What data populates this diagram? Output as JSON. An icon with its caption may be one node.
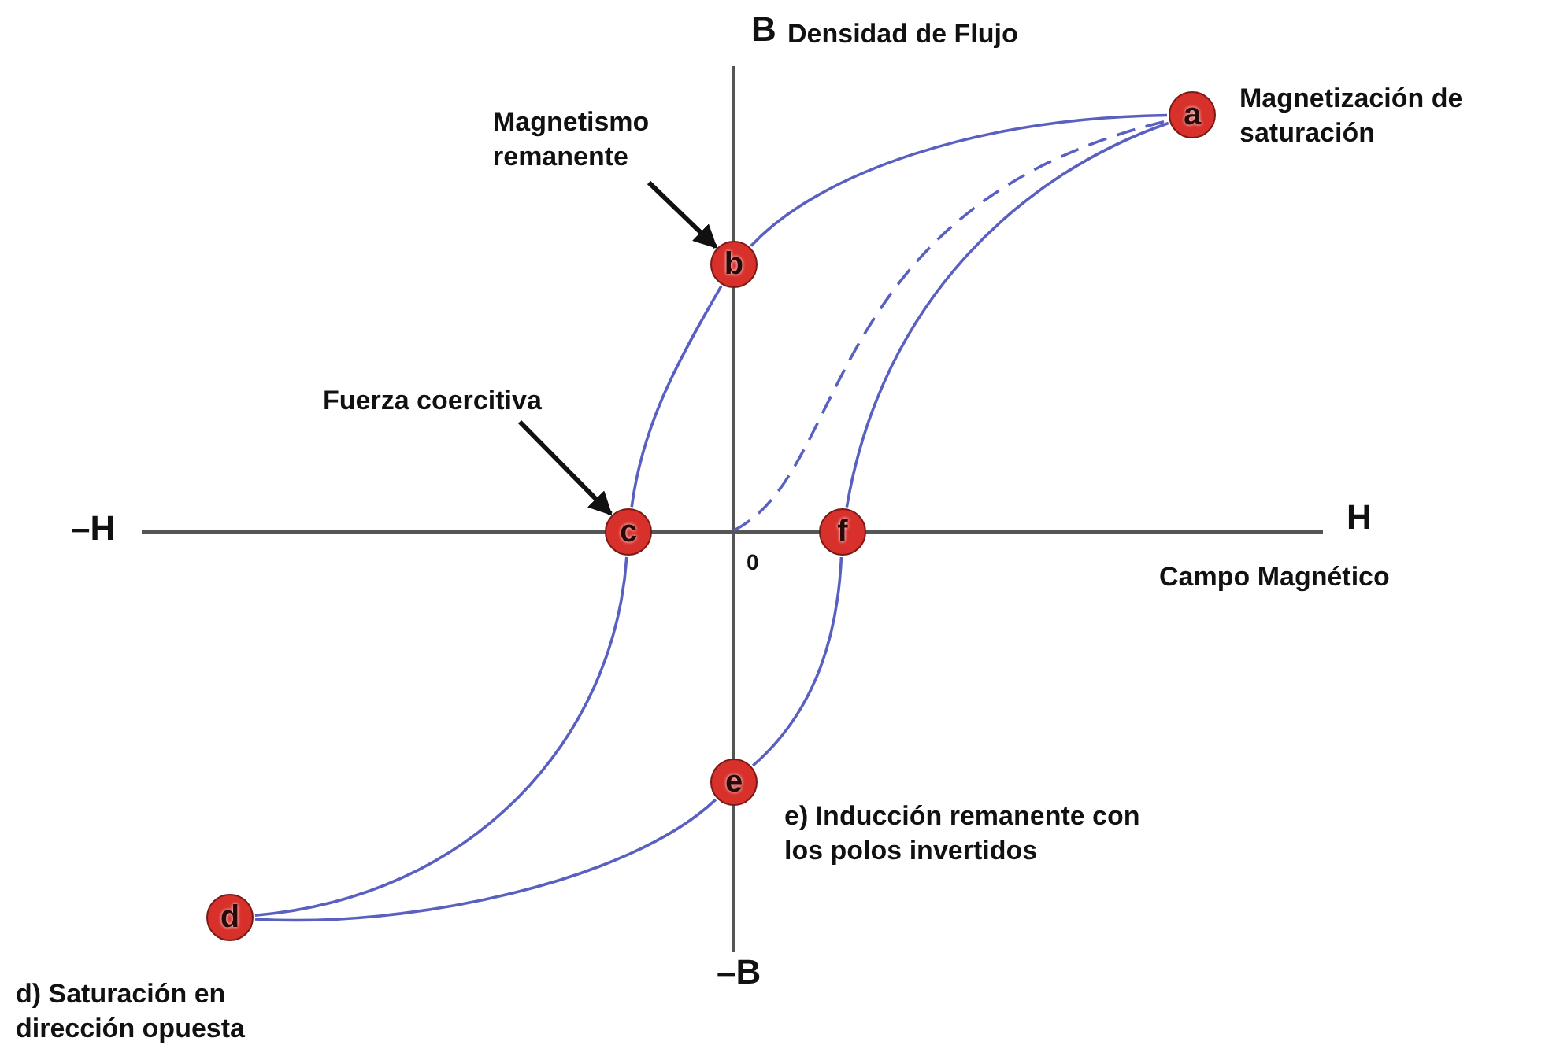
{
  "diagram": {
    "nodes": [
      {
        "text": [
          "Magnetismo remanente"
        ]
      },
      {
        "text": [
          "a"
        ],
        "beside": [
          "Magnetización de saturación"
        ]
      },
      {
        "text": [
          "b"
        ]
      },
      {
        "text": [
          "Fuerza coercitiva"
        ]
      },
      {
        "text": [
          "c"
        ]
      },
      {
        "text": [
          "f"
        ]
      },
      {
        "text": [
          "e"
        ],
        "beside": [
          "e) Inducción remanente con los polos invertidos"
        ]
      },
      {
        "text": [
          "d"
        ],
        "beside": [
          "d) Saturación en dirección opuesta"
        ]
      }
    ],
    "edges": [
      {
        "from": 0,
        "to": 2,
        "arrow": "to",
        "color": "#111111"
      },
      {
        "from": 3,
        "to": 4,
        "arrow": "to",
        "color": "#111111"
      },
      {
        "from": 1,
        "to": 2,
        "arrow": "none"
      },
      {
        "from": 2,
        "to": 4,
        "arrow": "none"
      },
      {
        "from": 4,
        "to": 7,
        "arrow": "none"
      },
      {
        "from": 7,
        "to": 6,
        "arrow": "none"
      },
      {
        "from": 6,
        "to": 5,
        "arrow": "none"
      },
      {
        "from": 5,
        "to": 1,
        "arrow": "none"
      },
      {
        "from": null,
        "to": 1,
        "arrow": "none",
        "style": "dashed"
      }
    ],
    "labels": [
      "B",
      "Densidad de Flujo",
      "–H",
      "H",
      "0",
      "Campo Magnético",
      "–B"
    ]
  }
}
